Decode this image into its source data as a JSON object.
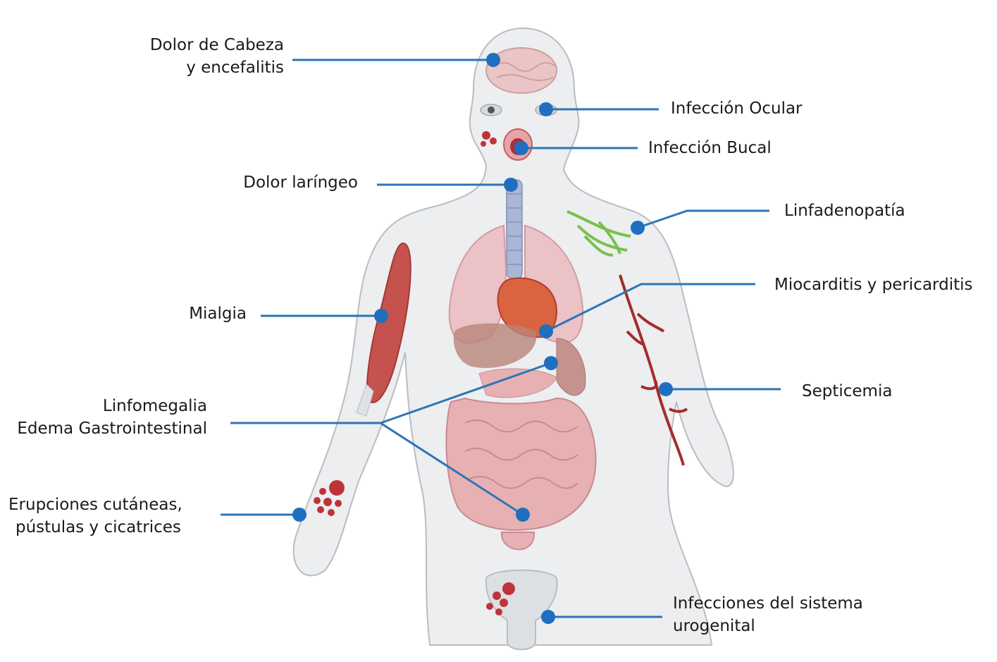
{
  "colors": {
    "leader_line": "#2f74b5",
    "marker": "#1f6fc0",
    "body_fill": "#eceef0",
    "body_outline": "#b9bdc2",
    "organ": "#e7b1b4",
    "muscle": "#c6524e",
    "artery": "#a52c2a",
    "lymph": "#7bbf4c",
    "trachea": "#a9b6d6",
    "lesion": "#c0323a",
    "text": "#1a1a1a"
  },
  "labels": {
    "headache": [
      "Dolor de Cabeza",
      "y encefalitis"
    ],
    "eye": [
      "Infección Ocular"
    ],
    "mouth": [
      "Infección Bucal"
    ],
    "larynx": [
      "Dolor laríngeo"
    ],
    "lymph": [
      "Linfadenopatía"
    ],
    "myalgia": [
      "Mialgia"
    ],
    "heart": [
      "Miocarditis y pericarditis"
    ],
    "septicemia": [
      "Septicemia"
    ],
    "gastro": [
      "Linfomegalia",
      "Edema Gastrointestinal"
    ],
    "skin": [
      "Erupciones cutáneas,",
      "pústulas y cicatrices"
    ],
    "urogenital": [
      "Infecciones del sistema",
      "urogenital"
    ]
  },
  "icons": {
    "marker": "circle-dot",
    "body": "human-body-silhouette"
  }
}
